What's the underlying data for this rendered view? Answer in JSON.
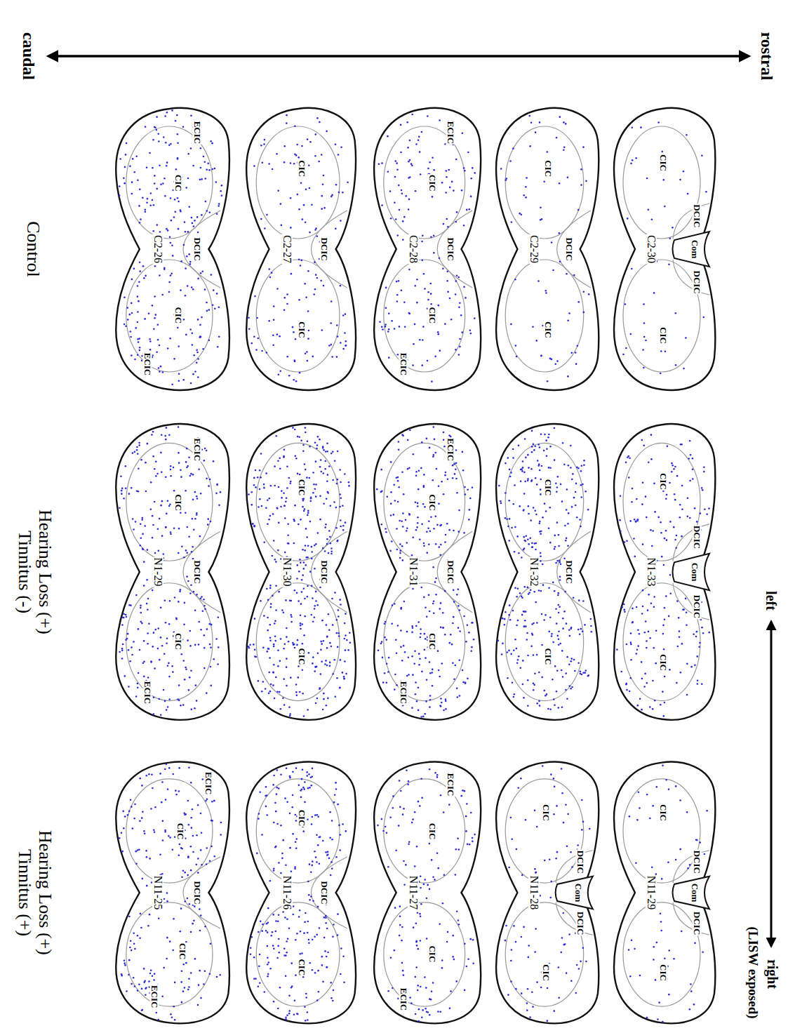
{
  "diagram": {
    "nodes": [
      {
        "text": [
          "C2-30",
          "CIC",
          "DCIC",
          "Com",
          "DCIC",
          "CIC"
        ]
      },
      {
        "text": [
          "C2-29",
          "CIC",
          "DCIC",
          "CIC"
        ]
      },
      {
        "text": [
          "C2-28",
          "ECIC",
          "CIC",
          "DCIC",
          "CIC",
          "ECIC"
        ]
      },
      {
        "text": [
          "C2-27",
          "CIC",
          "DCIC",
          "CIC"
        ]
      },
      {
        "text": [
          "C2-26",
          "ECIC",
          "CIC",
          "DCIC",
          "CIC",
          "ECIC"
        ]
      },
      {
        "text": [
          "N1-33",
          "CIC",
          "DCIC",
          "Com",
          "DCIC",
          "CIC"
        ]
      },
      {
        "text": [
          "N1-32",
          "CIC",
          "DCIC",
          "CIC"
        ]
      },
      {
        "text": [
          "N1-31",
          "ECIC",
          "CIC",
          "DCIC",
          "CIC",
          "ECIC"
        ]
      },
      {
        "text": [
          "N1-30",
          "CIC",
          "DCIC",
          "CIC"
        ]
      },
      {
        "text": [
          "N1-29",
          "ECIC",
          "CIC",
          "DCIC",
          "CIC",
          "ECIC"
        ]
      },
      {
        "text": [
          "N11-29",
          "CIC",
          "DCIC",
          "Com",
          "DCIC",
          "CIC"
        ]
      },
      {
        "text": [
          "N11-28",
          "CIC",
          "DCIC",
          "Com",
          "DCIC",
          "CIC"
        ]
      },
      {
        "text": [
          "N11-27",
          "ECIC",
          "CIC",
          "CIC",
          "ECIC"
        ]
      },
      {
        "text": [
          "N11-26",
          "CIC",
          "DCIC",
          "CIC"
        ]
      },
      {
        "text": [
          "N11-25",
          "ECIC",
          "CIC",
          "DCIC",
          "ECIC",
          "CIC"
        ]
      }
    ],
    "labels": [
      "rostral",
      "caudal",
      "left",
      "right",
      "(LISW exposed)",
      "Control",
      "Hearing Loss (+) Tinnitus (-)",
      "Hearing Loss (+) Tinnitus (+)"
    ]
  }
}
